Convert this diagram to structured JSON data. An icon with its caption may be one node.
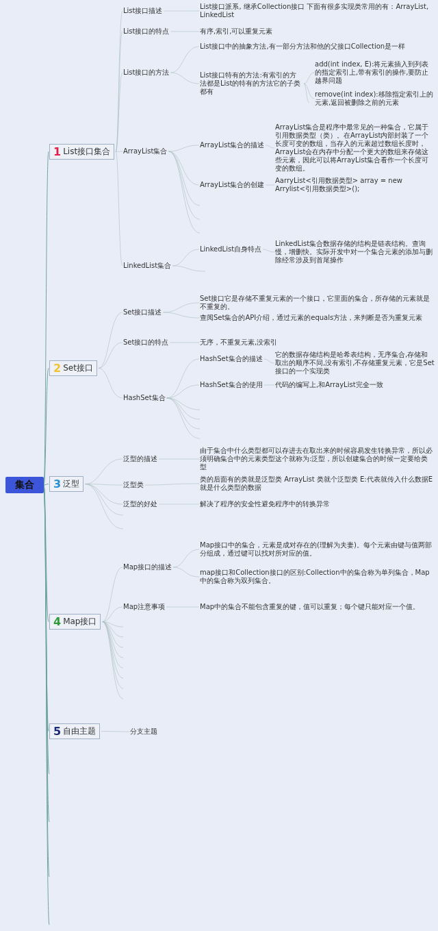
{
  "diagram": {
    "nodes": [
      {
        "text": [
          "集合"
        ]
      },
      {
        "text": [
          "1",
          "List接口集合"
        ]
      },
      {
        "text": [
          "List接口描述"
        ]
      },
      {
        "text": [
          "List接口派系, 继承Collection接口 下面有很多实现类常用的有：ArrayList, LinkedList"
        ]
      },
      {
        "text": [
          "List接口的特点"
        ]
      },
      {
        "text": [
          "有序,索引,可以重复元素"
        ]
      },
      {
        "text": [
          "List接口的方法"
        ]
      },
      {
        "text": [
          "List接口中的抽象方法,有一部分方法和他的父接口Collection是一样"
        ]
      },
      {
        "text": [
          "List接口特有的方法:有索引的方法都是List的特有的方法它的子类都有"
        ]
      },
      {
        "text": [
          "add(int index, E):将元素插入到列表的指定索引上,带有索引的操作,要防止越界问题"
        ]
      },
      {
        "text": [
          "remove(int index):移除指定索引上的元素,返回被删除之前的元素"
        ]
      },
      {
        "text": [
          "ArrayList集合"
        ]
      },
      {
        "text": [
          "ArrayList集合的描述"
        ]
      },
      {
        "text": [
          "ArrayList集合是程序中最常见的一种集合，它属于引用数据类型（类）。在ArrayList内部封装了一个长度可变的数组，当存入的元素超过数组长度时，ArrayList会在内存中分配一个更大的数组来存储这些元素，因此可以将ArrayList集合看作一个长度可变的数组。"
        ]
      },
      {
        "text": [
          "ArrayList集合的创建"
        ]
      },
      {
        "text": [
          "AarryList<引用数据类型> array = new Arrylist<引用数据类型>();"
        ]
      },
      {
        "text": [
          "LinkedList集合"
        ]
      },
      {
        "text": [
          "LinkedList自身特点"
        ]
      },
      {
        "text": [
          "LinkedList集合数据存储的结构是链表结构。查询慢，增删快。实际开发中对一个集合元素的添加与删除经常涉及到首尾操作"
        ]
      },
      {
        "text": [
          "2",
          "Set接口"
        ]
      },
      {
        "text": [
          "Set接口描述"
        ]
      },
      {
        "text": [
          "Set接口它是存储不重复元素的一个接口，它里面的集合，所存储的元素就是不重复的。"
        ]
      },
      {
        "text": [
          "查阅Set集合的API介绍，通过元素的equals方法，来判断是否为重复元素"
        ]
      },
      {
        "text": [
          "Set接口的特点"
        ]
      },
      {
        "text": [
          "无序，不重复元素,没索引"
        ]
      },
      {
        "text": [
          "HashSet集合"
        ]
      },
      {
        "text": [
          "HashSet集合的描述"
        ]
      },
      {
        "text": [
          "它的数据存储结构是哈希表结构，无序集合,存储和取出的顺序不同,没有索引,不存储重复元素，它是Set接口的一个实现类"
        ]
      },
      {
        "text": [
          "HashSet集合的使用"
        ]
      },
      {
        "text": [
          "代码的编写上,和ArrayList完全一致"
        ]
      },
      {
        "text": [
          "3",
          "泛型"
        ]
      },
      {
        "text": [
          "泛型的描述"
        ]
      },
      {
        "text": [
          "由于集合中什么类型都可以存进去在取出来的时候容易发生转换异常，所以必须明确集合中的元素类型这个就称为:泛型，所以创建集合的时候一定要给类型"
        ]
      },
      {
        "text": [
          "泛型类"
        ]
      },
      {
        "text": [
          "类的后面有的类就是泛型类 ArrayList 类就个泛型类 E:代表就传入什么数据E就是什么类型的数据"
        ]
      },
      {
        "text": [
          "泛型的好处"
        ]
      },
      {
        "text": [
          "解决了程序的安全性避免程序中的转换异常"
        ]
      },
      {
        "text": [
          "4",
          "Map接口"
        ]
      },
      {
        "text": [
          "Map接口的描述"
        ]
      },
      {
        "text": [
          "Map接口中的集合，元素是成对存在的(理解为夫妻)。每个元素由键与值两部分组成，通过键可以找对所对应的值。"
        ]
      },
      {
        "text": [
          "map接口和Collection接口的区别:Collection中的集合称为单列集合，Map中的集合称为双列集合。"
        ]
      },
      {
        "text": [
          "Map注意事项"
        ]
      },
      {
        "text": [
          "Map中的集合不能包含重复的键，值可以重复；每个键只能对应一个值。"
        ]
      },
      {
        "text": [
          "5",
          "自由主题"
        ]
      },
      {
        "text": [
          "分支主题"
        ]
      }
    ],
    "edges": [
      {
        "from": 0,
        "to": 1,
        "arrow": "none"
      },
      {
        "from": 0,
        "to": 19,
        "arrow": "none"
      },
      {
        "from": 0,
        "to": 30,
        "arrow": "none"
      },
      {
        "from": 0,
        "to": 37,
        "arrow": "none"
      },
      {
        "from": 0,
        "to": 43,
        "arrow": "none"
      },
      {
        "from": 1,
        "to": 2,
        "arrow": "none"
      },
      {
        "from": 1,
        "to": 4,
        "arrow": "none"
      },
      {
        "from": 1,
        "to": 6,
        "arrow": "none"
      },
      {
        "from": 1,
        "to": 11,
        "arrow": "none"
      },
      {
        "from": 1,
        "to": 16,
        "arrow": "none"
      },
      {
        "from": 2,
        "to": 3,
        "arrow": "none"
      },
      {
        "from": 4,
        "to": 5,
        "arrow": "none"
      },
      {
        "from": 6,
        "to": 7,
        "arrow": "none"
      },
      {
        "from": 6,
        "to": 8,
        "arrow": "none"
      },
      {
        "from": 8,
        "to": 9,
        "arrow": "none"
      },
      {
        "from": 8,
        "to": 10,
        "arrow": "none"
      },
      {
        "from": 11,
        "to": 12,
        "arrow": "none"
      },
      {
        "from": 11,
        "to": 14,
        "arrow": "none"
      },
      {
        "from": 12,
        "to": 13,
        "arrow": "none"
      },
      {
        "from": 14,
        "to": 15,
        "arrow": "none"
      },
      {
        "from": 16,
        "to": 17,
        "arrow": "none"
      },
      {
        "from": 17,
        "to": 18,
        "arrow": "none"
      },
      {
        "from": 19,
        "to": 20,
        "arrow": "none"
      },
      {
        "from": 19,
        "to": 23,
        "arrow": "none"
      },
      {
        "from": 19,
        "to": 25,
        "arrow": "none"
      },
      {
        "from": 20,
        "to": 21,
        "arrow": "none"
      },
      {
        "from": 20,
        "to": 22,
        "arrow": "none"
      },
      {
        "from": 23,
        "to": 24,
        "arrow": "none"
      },
      {
        "from": 25,
        "to": 26,
        "arrow": "none"
      },
      {
        "from": 25,
        "to": 28,
        "arrow": "none"
      },
      {
        "from": 26,
        "to": 27,
        "arrow": "none"
      },
      {
        "from": 28,
        "to": 29,
        "arrow": "none"
      },
      {
        "from": 30,
        "to": 31,
        "arrow": "none"
      },
      {
        "from": 30,
        "to": 33,
        "arrow": "none"
      },
      {
        "from": 30,
        "to": 35,
        "arrow": "none"
      },
      {
        "from": 31,
        "to": 32,
        "arrow": "none"
      },
      {
        "from": 33,
        "to": 34,
        "arrow": "none"
      },
      {
        "from": 35,
        "to": 36,
        "arrow": "none"
      },
      {
        "from": 37,
        "to": 38,
        "arrow": "none"
      },
      {
        "from": 37,
        "to": 41,
        "arrow": "none"
      },
      {
        "from": 38,
        "to": 39,
        "arrow": "none"
      },
      {
        "from": 38,
        "to": 40,
        "arrow": "none"
      },
      {
        "from": 41,
        "to": 42,
        "arrow": "none"
      },
      {
        "from": 43,
        "to": 44,
        "arrow": "none"
      }
    ]
  }
}
